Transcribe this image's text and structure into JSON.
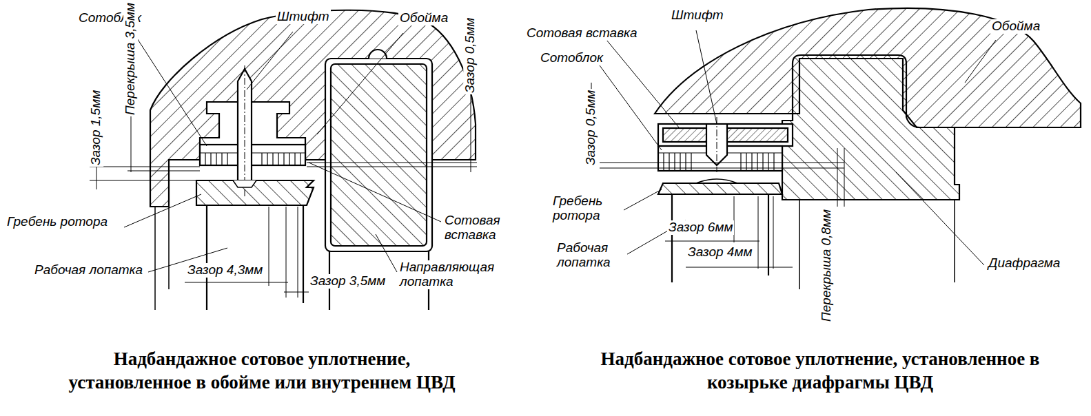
{
  "diagram": {
    "labels": [
      "Сотоблок",
      "Штифт",
      "Обойма",
      "Перекрыша 3,5мм",
      "Зазор 1,5мм",
      "Зазор 0,5мм",
      "Гребень ротора",
      "Сотовая вставка",
      "Рабочая лопатка",
      "Зазор 4,3мм",
      "Зазор 3,5мм",
      "Направляющая лопатка",
      "Надбандажное сотовое уплотнение, установленное в обойме или внутреннем ЦВД",
      "Сотовая вставка",
      "Штифт",
      "Сотоблок",
      "Обойма",
      "Зазор 0,5мм",
      "Гребень ротора",
      "Рабочая лопатка",
      "Зазор 6мм",
      "Зазор 4мм",
      "Перекрыша 0,8мм",
      "Диафрагма",
      "Надбандажное сотовое уплотнение, установленное в козырьке диафрагмы ЦВД"
    ]
  }
}
